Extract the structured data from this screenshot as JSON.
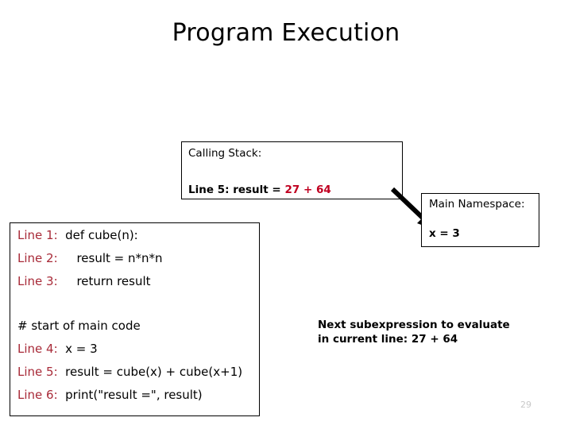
{
  "slide": {
    "title": "Program Execution",
    "number": "29",
    "accent_red": "#C00020",
    "label_red": "#A82A38",
    "background": "#ffffff"
  },
  "calling_stack": {
    "heading": "Calling Stack:",
    "frame_prefix": "Line 5: result = ",
    "frame_expression": "27 + 64"
  },
  "main_namespace": {
    "heading": "Main Namespace:",
    "variable": "x = 3"
  },
  "code": {
    "lines": [
      {
        "label": "Line 1:",
        "text": "  def cube(n):"
      },
      {
        "label": "Line 2:",
        "text": "     result = n*n*n"
      },
      {
        "label": "Line 3:",
        "text": "     return result"
      },
      {
        "label": "",
        "text": "# start of main code"
      },
      {
        "label": "Line 4:",
        "text": "  x = 3"
      },
      {
        "label": "Line 5:",
        "text": "  result = cube(x) + cube(x+1)"
      },
      {
        "label": "Line 6:",
        "text": "  print(\"result =\", result)"
      }
    ]
  },
  "annotation": {
    "line1": "Next subexpression to evaluate",
    "line2": "in current line: 27 + 64"
  },
  "icons": {
    "arrow": "arrow-down-right-icon"
  }
}
